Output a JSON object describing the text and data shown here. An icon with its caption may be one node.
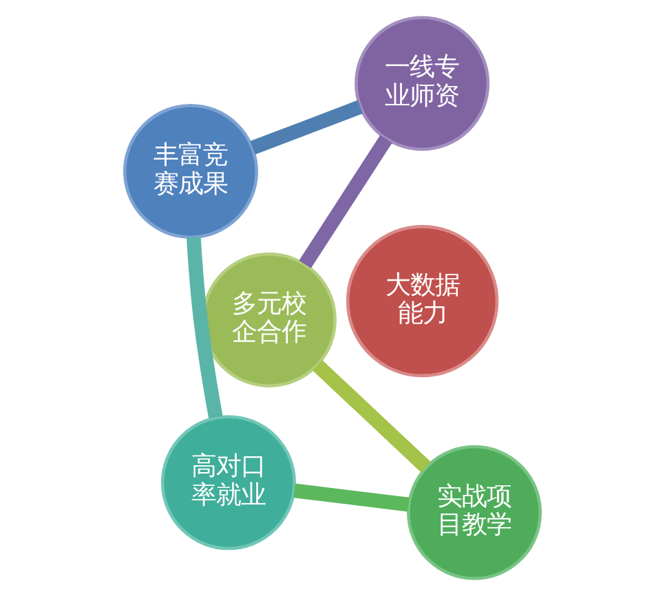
{
  "diagram": {
    "nodes": [
      {
        "text": [
          "多元校企合作"
        ]
      },
      {
        "text": [
          "实战项目教学"
        ]
      },
      {
        "text": [
          "高对口率就业"
        ]
      },
      {
        "text": [
          "丰富竞赛成果"
        ]
      },
      {
        "text": [
          "一线专业师资"
        ]
      },
      {
        "text": [
          "大数据能力"
        ]
      }
    ],
    "edges": [
      {
        "from": 0,
        "to": 1,
        "arrow": "none",
        "color": "#a5c249"
      },
      {
        "from": 1,
        "to": 2,
        "arrow": "none",
        "color": "#5cb85c"
      },
      {
        "from": 2,
        "to": 3,
        "arrow": "none",
        "color": "#5ab5a8"
      },
      {
        "from": 3,
        "to": 4,
        "arrow": "none",
        "color": "#4f7fb0"
      },
      {
        "from": 4,
        "to": 0,
        "arrow": "none",
        "color": "#7f67a5"
      }
    ]
  }
}
